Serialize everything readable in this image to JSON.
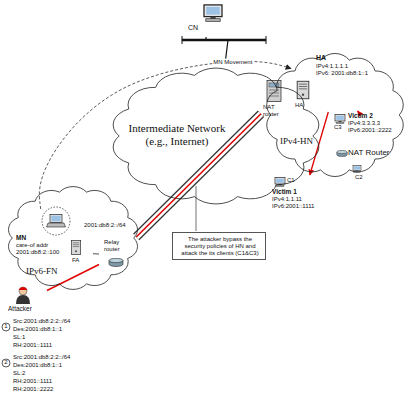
{
  "diagram": {
    "nodes": [
      {
        "text": [
          "CN"
        ]
      },
      {
        "text": [
          "Intermediate Network (e.g., Internet)"
        ]
      },
      {
        "text": [
          "IPv4-HN"
        ]
      },
      {
        "text": [
          "NAT router"
        ],
        "in": 2
      },
      {
        "text": [
          "HA",
          "IPv4:1.1.1.1",
          "IPv6: 2001:db8:1::1",
          "HA"
        ],
        "in": 2
      },
      {
        "text": [
          "Victim 2",
          "IPv4:3.3.3.3",
          "IPv6:2001::2222",
          "C3"
        ],
        "in": 2
      },
      {
        "text": [
          "NAT Router"
        ],
        "in": 2
      },
      {
        "text": [
          "C2"
        ],
        "in": 2
      },
      {
        "text": [
          "C1",
          "Victim 1",
          "IPv4:1.1.11",
          "IPv6:2001::1111"
        ],
        "in": 2
      },
      {
        "text": [
          "IPv6-FN"
        ]
      },
      {
        "text": [
          "MN",
          "care-of addr 2001:db8:2::100"
        ],
        "in": 9
      },
      {
        "text": [
          "FA"
        ],
        "in": 9
      },
      {
        "text": [
          "Relay router"
        ],
        "in": 9
      },
      {
        "text": [
          "The attacker bypass the security policies of HN and attack the its clients (C1&C3)"
        ]
      },
      {
        "text": [
          "Attacker"
        ]
      }
    ],
    "edges": [
      {
        "from": 0,
        "to": 1,
        "arrow": "none"
      },
      {
        "from": 10,
        "to": 4,
        "label": "MN Movement",
        "arrow": "to"
      },
      {
        "from": 12,
        "to": 3,
        "arrow": "none"
      },
      {
        "from": 3,
        "to": 4,
        "arrow": "none"
      },
      {
        "from": 14,
        "to": 12,
        "arrow": "none"
      },
      {
        "from": 4,
        "to": 8,
        "arrow": "to"
      },
      {
        "from": 4,
        "to": 5,
        "arrow": "to"
      },
      {
        "from": 6,
        "to": 5,
        "arrow": "none"
      },
      {
        "from": 6,
        "to": 7,
        "arrow": "none"
      },
      {
        "from": 11,
        "to": 12,
        "arrow": "none"
      }
    ],
    "labels": [
      "2001:db8:2::/64",
      "1",
      "Src:2001:db8:2:2::/64",
      "Des:2001:db8:1::1",
      "SL:1",
      "RH:2001::1111",
      "2",
      "Src:2001:db8:2:2::/64",
      "Des:2001:db8:1::1",
      "SL:2",
      "RH:2001::1111",
      "RH:2001::2222"
    ]
  }
}
